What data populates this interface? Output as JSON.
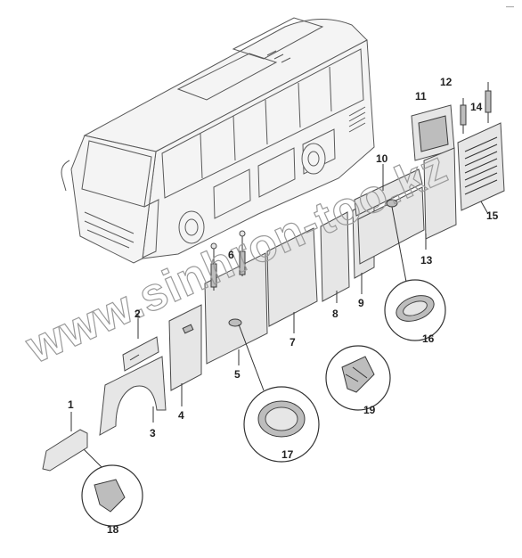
{
  "corner_mark": "—",
  "watermark": "www.sinhron-too.kz",
  "callouts": [
    "1",
    "2",
    "3",
    "4",
    "5",
    "6",
    "7",
    "8",
    "9",
    "10",
    "11",
    "12",
    "13",
    "14",
    "15",
    "16",
    "17",
    "18",
    "19"
  ],
  "colors": {
    "line": "#4a4a4a",
    "panel_fill": "#e6e6e6",
    "watermark": "#9a9a9a"
  }
}
